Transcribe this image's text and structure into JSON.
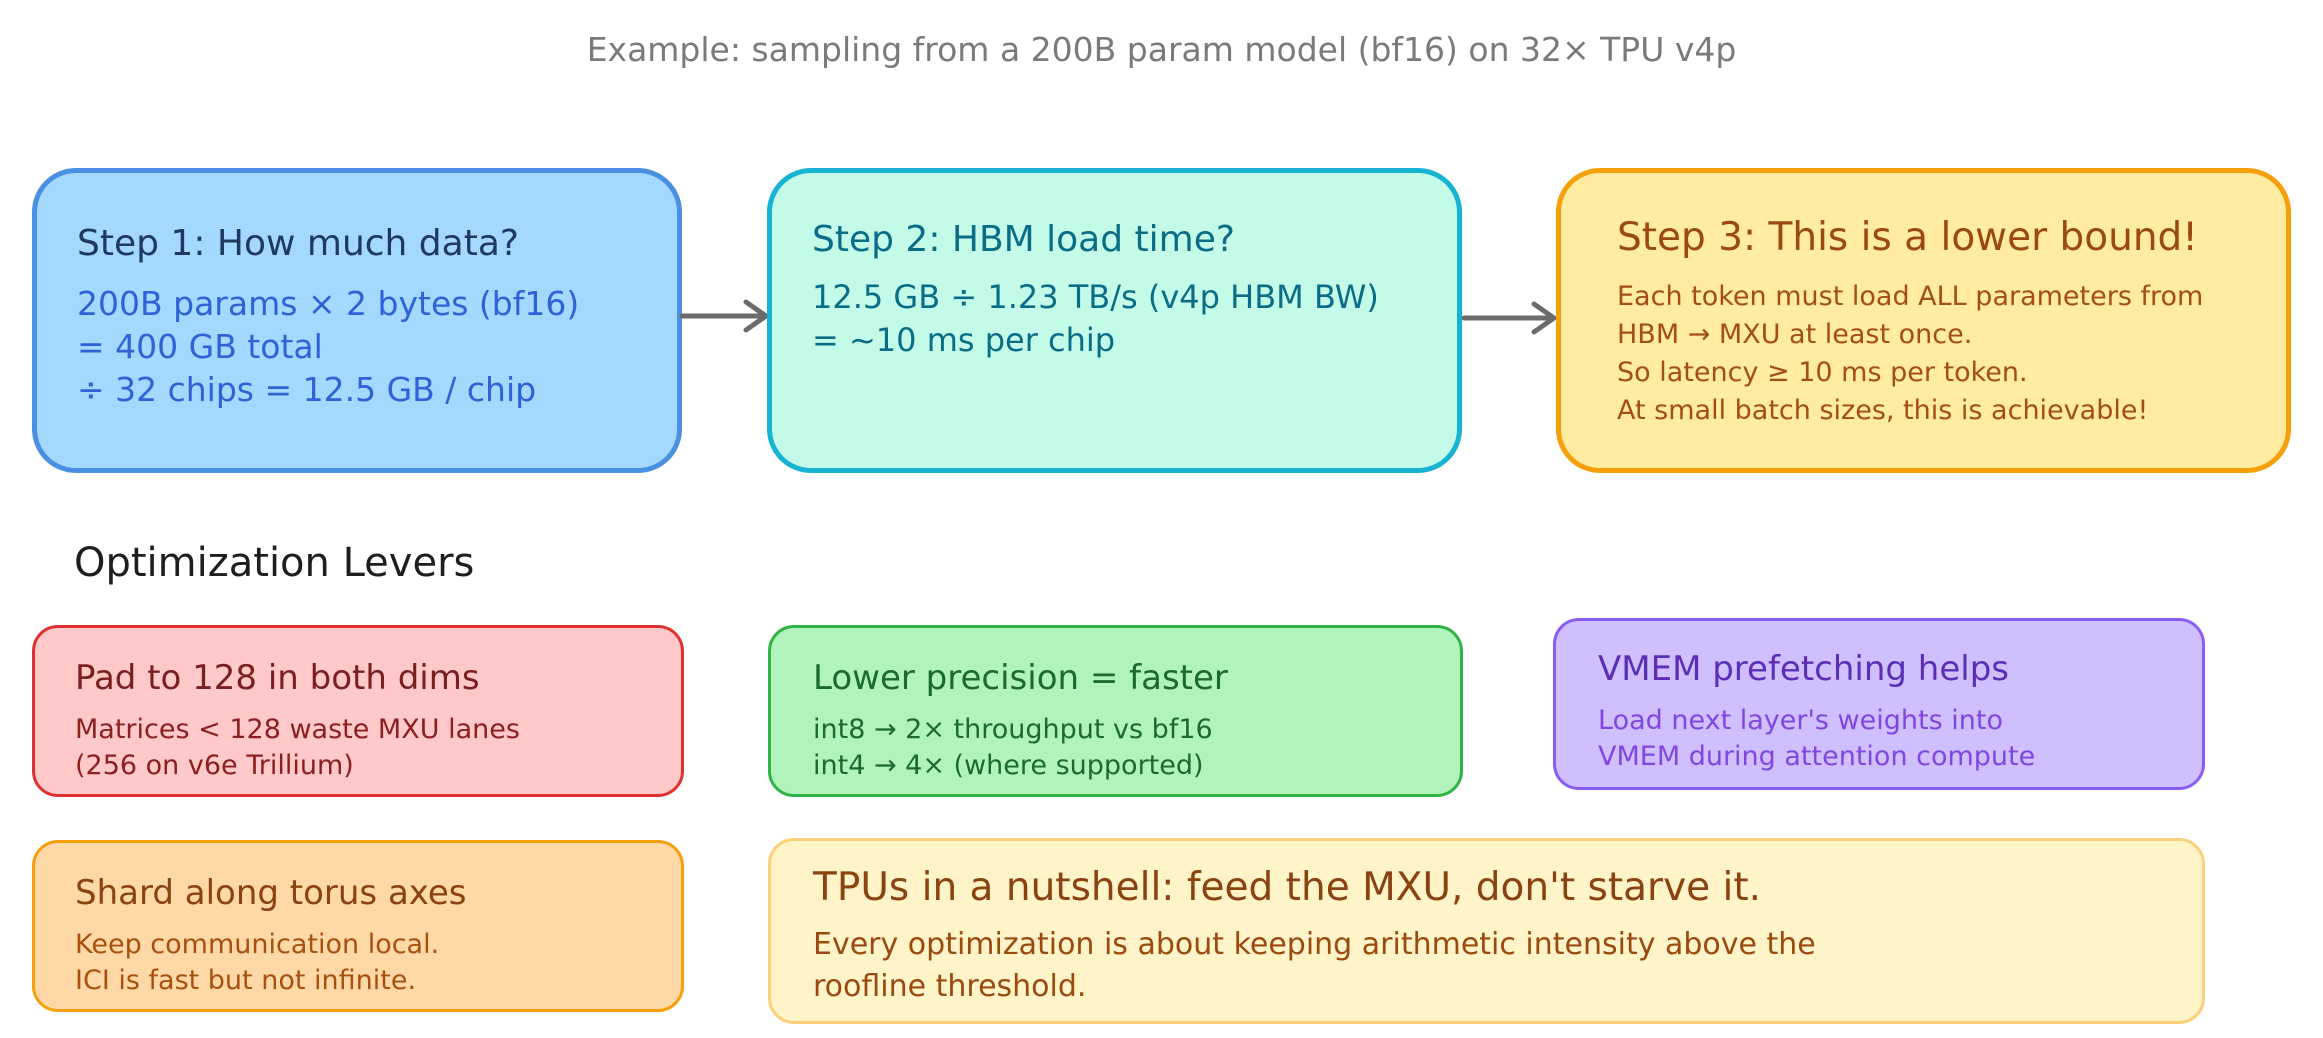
{
  "caption": "Example: sampling from a 200B param model (bf16) on 32× TPU v4p",
  "steps": [
    {
      "title": "Step 1: How much data?",
      "lines": [
        "200B params × 2 bytes (bf16)",
        "= 400 GB total",
        "÷ 32 chips = 12.5 GB / chip"
      ],
      "fill": "#a5d8ff",
      "stroke": "#4a90e2"
    },
    {
      "title": "Step 2: HBM load time?",
      "lines": [
        "12.5 GB ÷ 1.23 TB/s (v4p HBM BW)",
        "= ~10 ms per chip"
      ],
      "fill": "#c3fae8",
      "stroke": "#16b3d3"
    },
    {
      "title": "Step 3: This is a lower bound!",
      "lines": [
        "Each token must load ALL parameters from",
        "HBM → MXU at least once.",
        "So latency ≥ 10 ms per token.",
        "At small batch sizes, this is achievable!"
      ],
      "fill": "#ffeca0",
      "stroke": "#f59f0b"
    }
  ],
  "section_title": "Optimization Levers",
  "levers": {
    "pad": {
      "title": "Pad to 128 in both dims",
      "lines": [
        "Matrices < 128 waste MXU lanes",
        "(256 on v6e Trillium)"
      ],
      "fill": "#ffc9c9"
    },
    "precision": {
      "title": "Lower precision = faster",
      "lines": [
        "int8 → 2× throughput vs bf16",
        "int4 → 4× (where supported)"
      ],
      "fill": "#b2f2bb"
    },
    "vmem": {
      "title": "VMEM prefetching helps",
      "lines": [
        "Load next layer's weights into",
        "VMEM during attention compute"
      ],
      "fill": "#d0bfff"
    },
    "shard": {
      "title": "Shard along torus axes",
      "lines": [
        "Keep communication local.",
        "ICI is fast but not infinite."
      ],
      "fill": "#ffd8a8"
    }
  },
  "nutshell": {
    "title": "TPUs in a nutshell: feed the MXU, don't starve it.",
    "lines": [
      "Every optimization is about keeping arithmetic intensity above the",
      "roofline threshold."
    ],
    "fill": "#fff4c8"
  },
  "arrow_color": "#6b6b6b"
}
